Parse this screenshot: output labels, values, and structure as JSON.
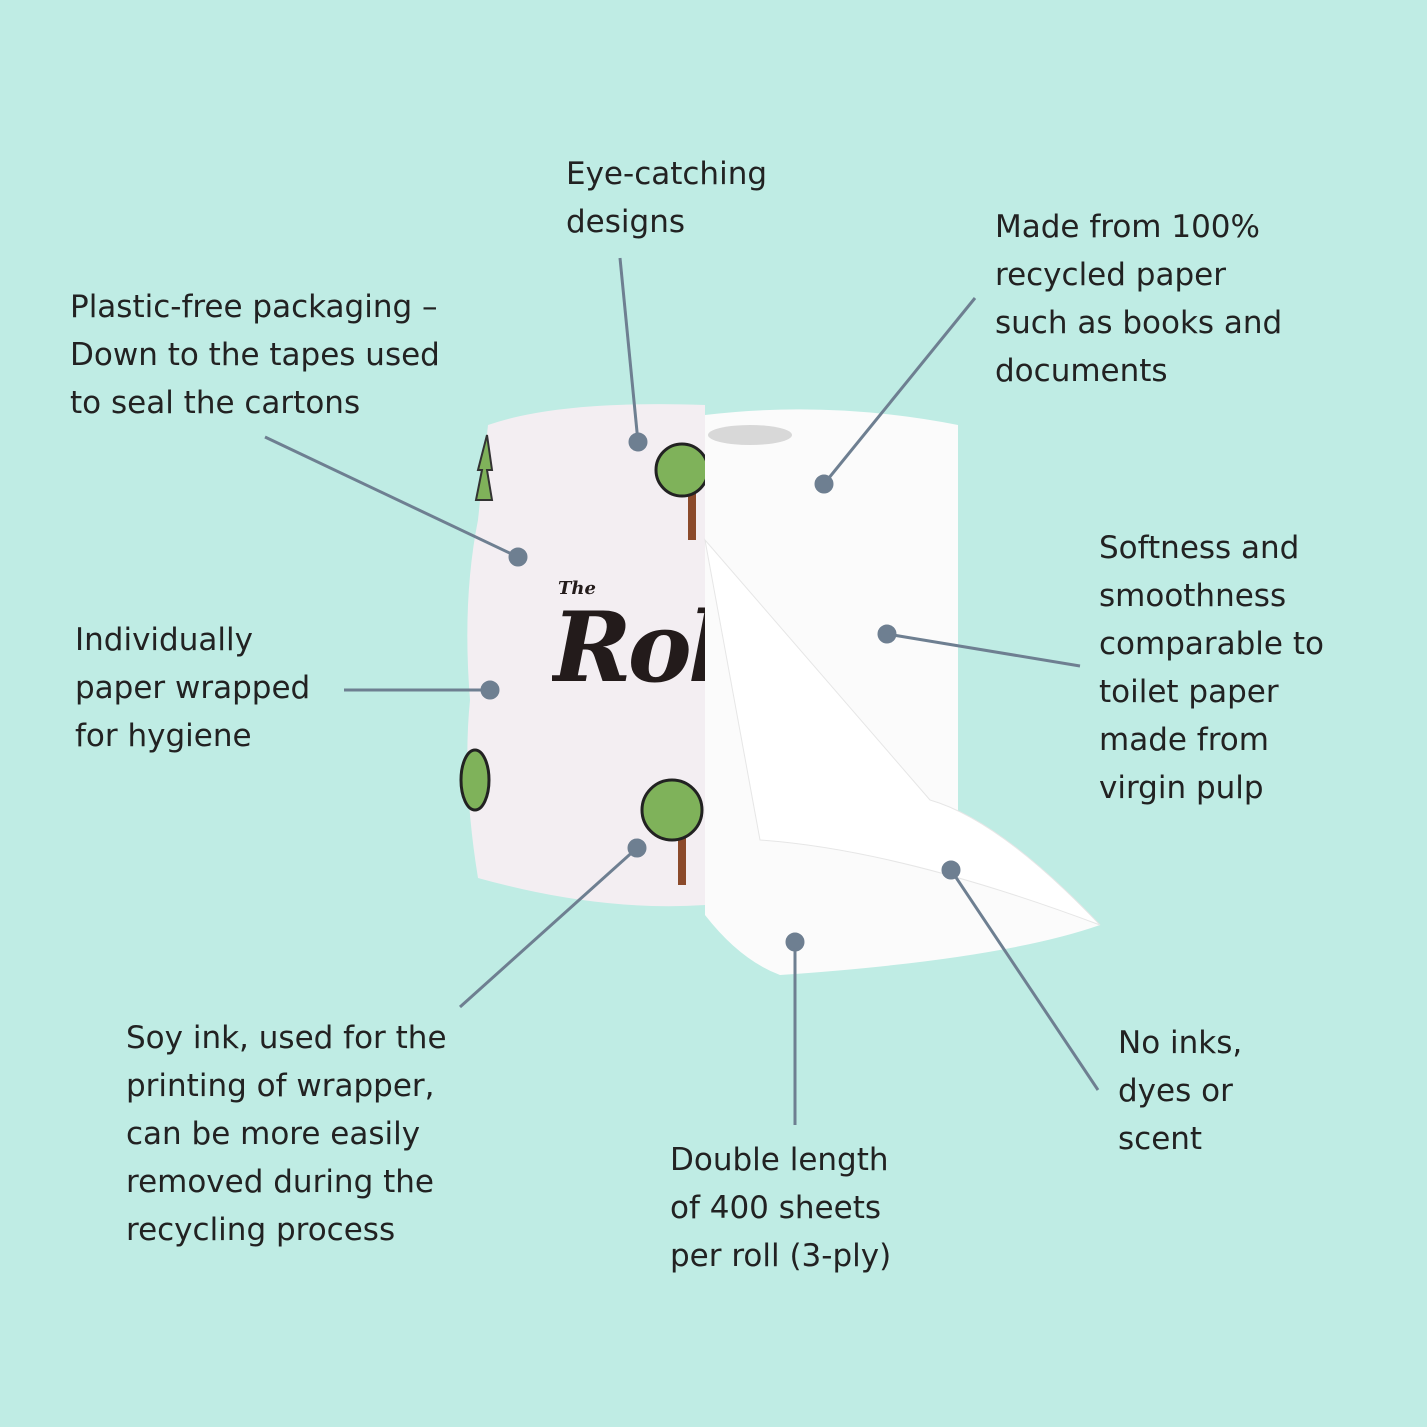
{
  "product": {
    "logo_the": "The",
    "logo_name": "Roll"
  },
  "callouts": [
    {
      "id": "eye-catching",
      "lines": [
        "Eye-catching",
        "designs"
      ]
    },
    {
      "id": "plastic-free",
      "lines": [
        "Plastic-free packaging –",
        "Down to the tapes used",
        "to seal the cartons"
      ]
    },
    {
      "id": "recycled",
      "lines": [
        "Made from 100%",
        "recycled paper",
        "such as books and",
        "documents"
      ]
    },
    {
      "id": "softness",
      "lines": [
        "Softness and",
        "smoothness",
        "comparable to",
        "toilet paper",
        "made from",
        "virgin pulp"
      ]
    },
    {
      "id": "wrapped",
      "lines": [
        "Individually",
        "paper wrapped",
        "for hygiene"
      ]
    },
    {
      "id": "soy-ink",
      "lines": [
        "Soy ink, used for the",
        "printing of wrapper,",
        "can be more easily",
        "removed during the",
        "recycling process"
      ]
    },
    {
      "id": "double-length",
      "lines": [
        "Double length",
        "of 400 sheets",
        "per roll (3-ply)"
      ]
    },
    {
      "id": "no-inks",
      "lines": [
        "No inks,",
        "dyes or",
        "scent"
      ]
    }
  ],
  "colors": {
    "background": "#bfece4",
    "leader": "#6e7f91",
    "tree": "#7fb25a"
  }
}
